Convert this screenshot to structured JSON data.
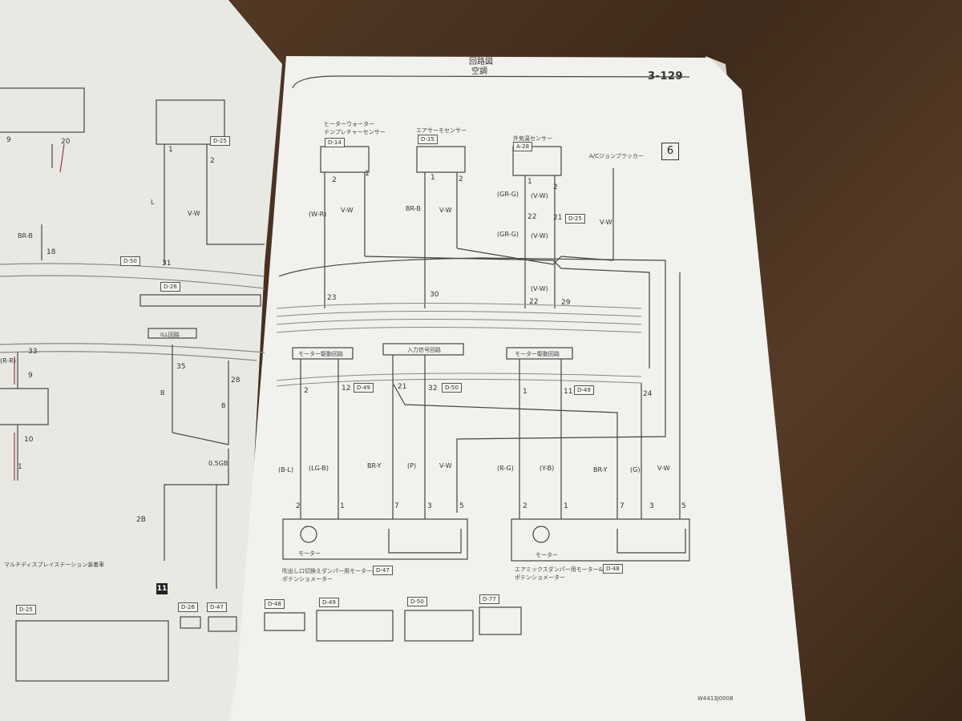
{
  "header": {
    "section": "回路図",
    "subsection": "空調",
    "page_number": "3-129",
    "section_box": "6"
  },
  "sensors": [
    {
      "label": "ヒーターウォーター\nテンプレチャーセンサー",
      "connector": "D-14"
    },
    {
      "label": "エアサーモセンサー",
      "connector": "D-15"
    },
    {
      "label": "外気温センサー",
      "connector": "A-28"
    },
    {
      "label": "A/Cジョンブラッカー",
      "connector": ""
    }
  ],
  "wire_colors": {
    "w1": "(W-R)",
    "w2": "V-W",
    "w3": "BR-B",
    "w4": "V-W",
    "w5": "(GR-G)",
    "w6": "(V-W)",
    "w7": "(GR-G)",
    "w8": "(V-W)",
    "w9": "V-W",
    "w10": "(V-W)",
    "w11": "(B-L)",
    "w12": "(LG-B)",
    "w13": "BR-Y",
    "w14": "(P)",
    "w15": "V-W",
    "w16": "(R-G)",
    "w17": "(Y-B)",
    "w18": "BR-Y",
    "w19": "(G)",
    "w20": "V-W",
    "l1": "L",
    "l2": "V-W",
    "l3": "BR-B",
    "l4": "(R-R)",
    "l5": "B",
    "l6": "B",
    "l7": "0.5GB"
  },
  "pins": {
    "p1": "2",
    "p2": "1",
    "p3": "1",
    "p4": "2",
    "p5": "1",
    "p6": "2",
    "p7": "22",
    "p8": "21",
    "p9": "23",
    "p10": "30",
    "p11": "22",
    "p12": "29",
    "p13": "2",
    "p14": "12",
    "p15": "21",
    "p16": "32",
    "p17": "1",
    "p18": "11",
    "p19": "24",
    "p20": "2",
    "p21": "1",
    "p22": "7",
    "p23": "3",
    "p24": "5",
    "p25": "2",
    "p26": "1",
    "p27": "7",
    "p28": "3",
    "p29": "5",
    "l1": "1",
    "l2": "2",
    "l3": "20",
    "l4": "9",
    "l5": "31",
    "l6": "18",
    "l7": "33",
    "l8": "9",
    "l9": "10",
    "l10": "1",
    "l11": "35",
    "l12": "28",
    "l13": "2B"
  },
  "connector_refs": {
    "r1": "D-25",
    "r2": "D-49",
    "r3": "D-50",
    "r4": "D-49",
    "r5": "D-50",
    "r6": "D-26",
    "r7": "D-25",
    "r8": "D-47",
    "r9": "D-48"
  },
  "blocks": {
    "motor_drive_1": "モーター駆動回路",
    "input_signal": "入力信号回路",
    "motor_drive_2": "モーター駆動回路",
    "ill": "ILL回路",
    "motor1": "モーター",
    "motor2": "モーター"
  },
  "component_labels": {
    "damper1": "吹出し口切換えダンパー用モーター&\nポテンショメーター",
    "damper2": "エアミックスダンパー用モーター&\nポテンショメーター",
    "multi_display": "マルチディスプレイステーション装着車",
    "ref_code": "W4413J0008"
  },
  "connector_views": [
    "D-48",
    "D-49",
    "D-50",
    "D-77",
    "D-25",
    "D-26",
    "D-47"
  ],
  "ground_tag": "11"
}
